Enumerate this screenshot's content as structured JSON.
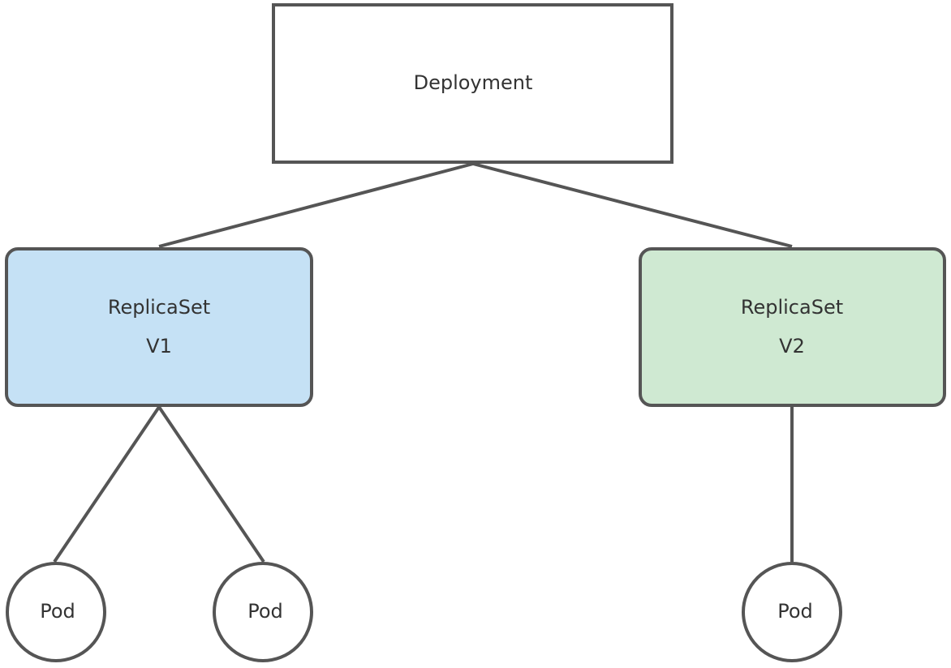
{
  "deployment": {
    "label": "Deployment"
  },
  "replicasets": [
    {
      "title": "ReplicaSet",
      "version": "V1",
      "fill": "#c5e1f5"
    },
    {
      "title": "ReplicaSet",
      "version": "V2",
      "fill": "#cfe9d2"
    }
  ],
  "pods": [
    {
      "label": "Pod"
    },
    {
      "label": "Pod"
    },
    {
      "label": "Pod"
    }
  ],
  "colors": {
    "stroke": "#555555",
    "text": "#333333",
    "background": "#ffffff",
    "deployment_fill": "#ffffff",
    "pod_fill": "#ffffff"
  }
}
